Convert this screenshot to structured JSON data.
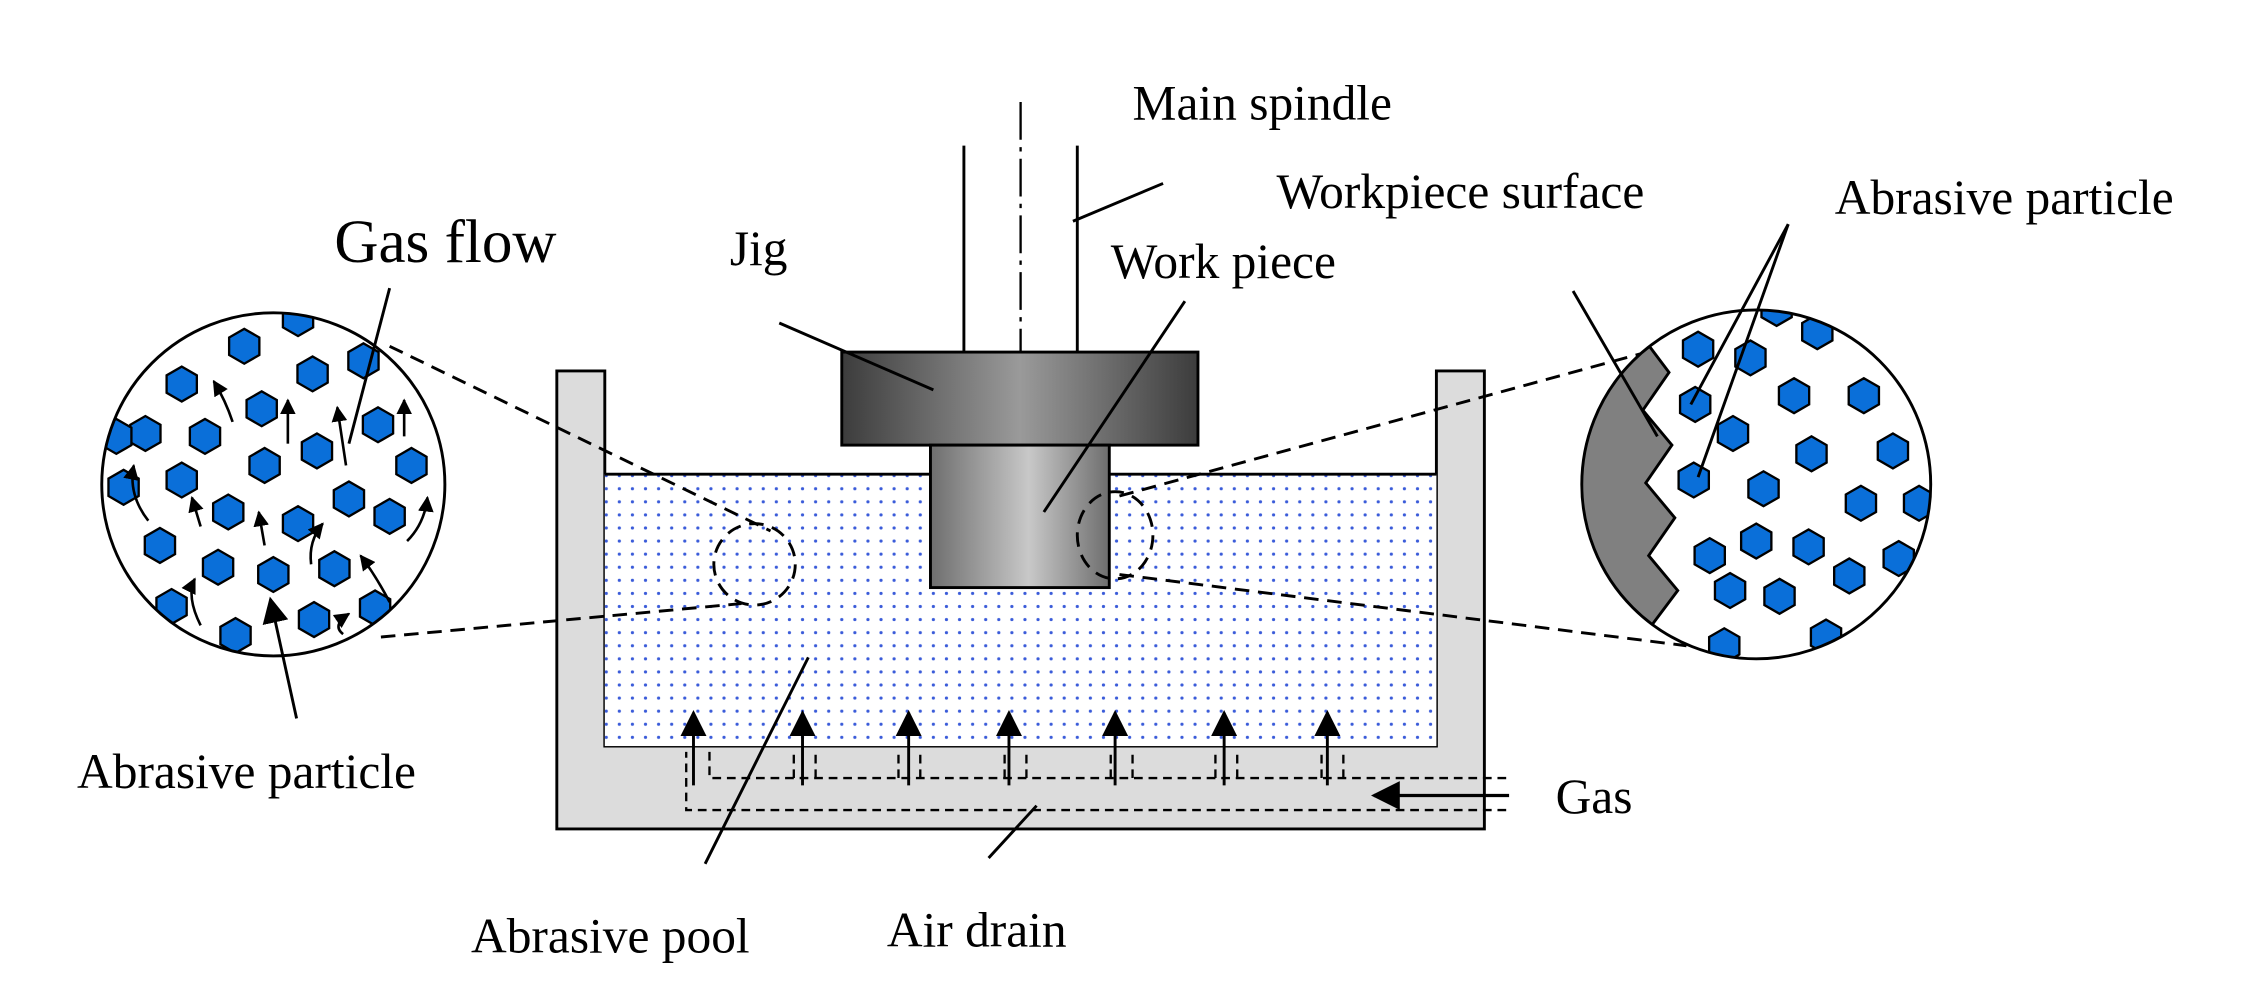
{
  "labels": {
    "main_spindle": "Main spindle",
    "workpiece_surface": "Workpiece surface",
    "abrasive_particle_right": "Abrasive particle",
    "gas_flow": "Gas flow",
    "jig": "Jig",
    "work_piece": "Work piece",
    "abrasive_particle_left": "Abrasive particle",
    "gas": "Gas",
    "abrasive_pool": "Abrasive pool",
    "air_drain": "Air drain"
  },
  "colors": {
    "particle_fill": "#0a6fd9",
    "pool_dots": "#3a5bd9",
    "tank_fill": "#dcdcdc",
    "workpiece_surface_fill": "#808080"
  }
}
